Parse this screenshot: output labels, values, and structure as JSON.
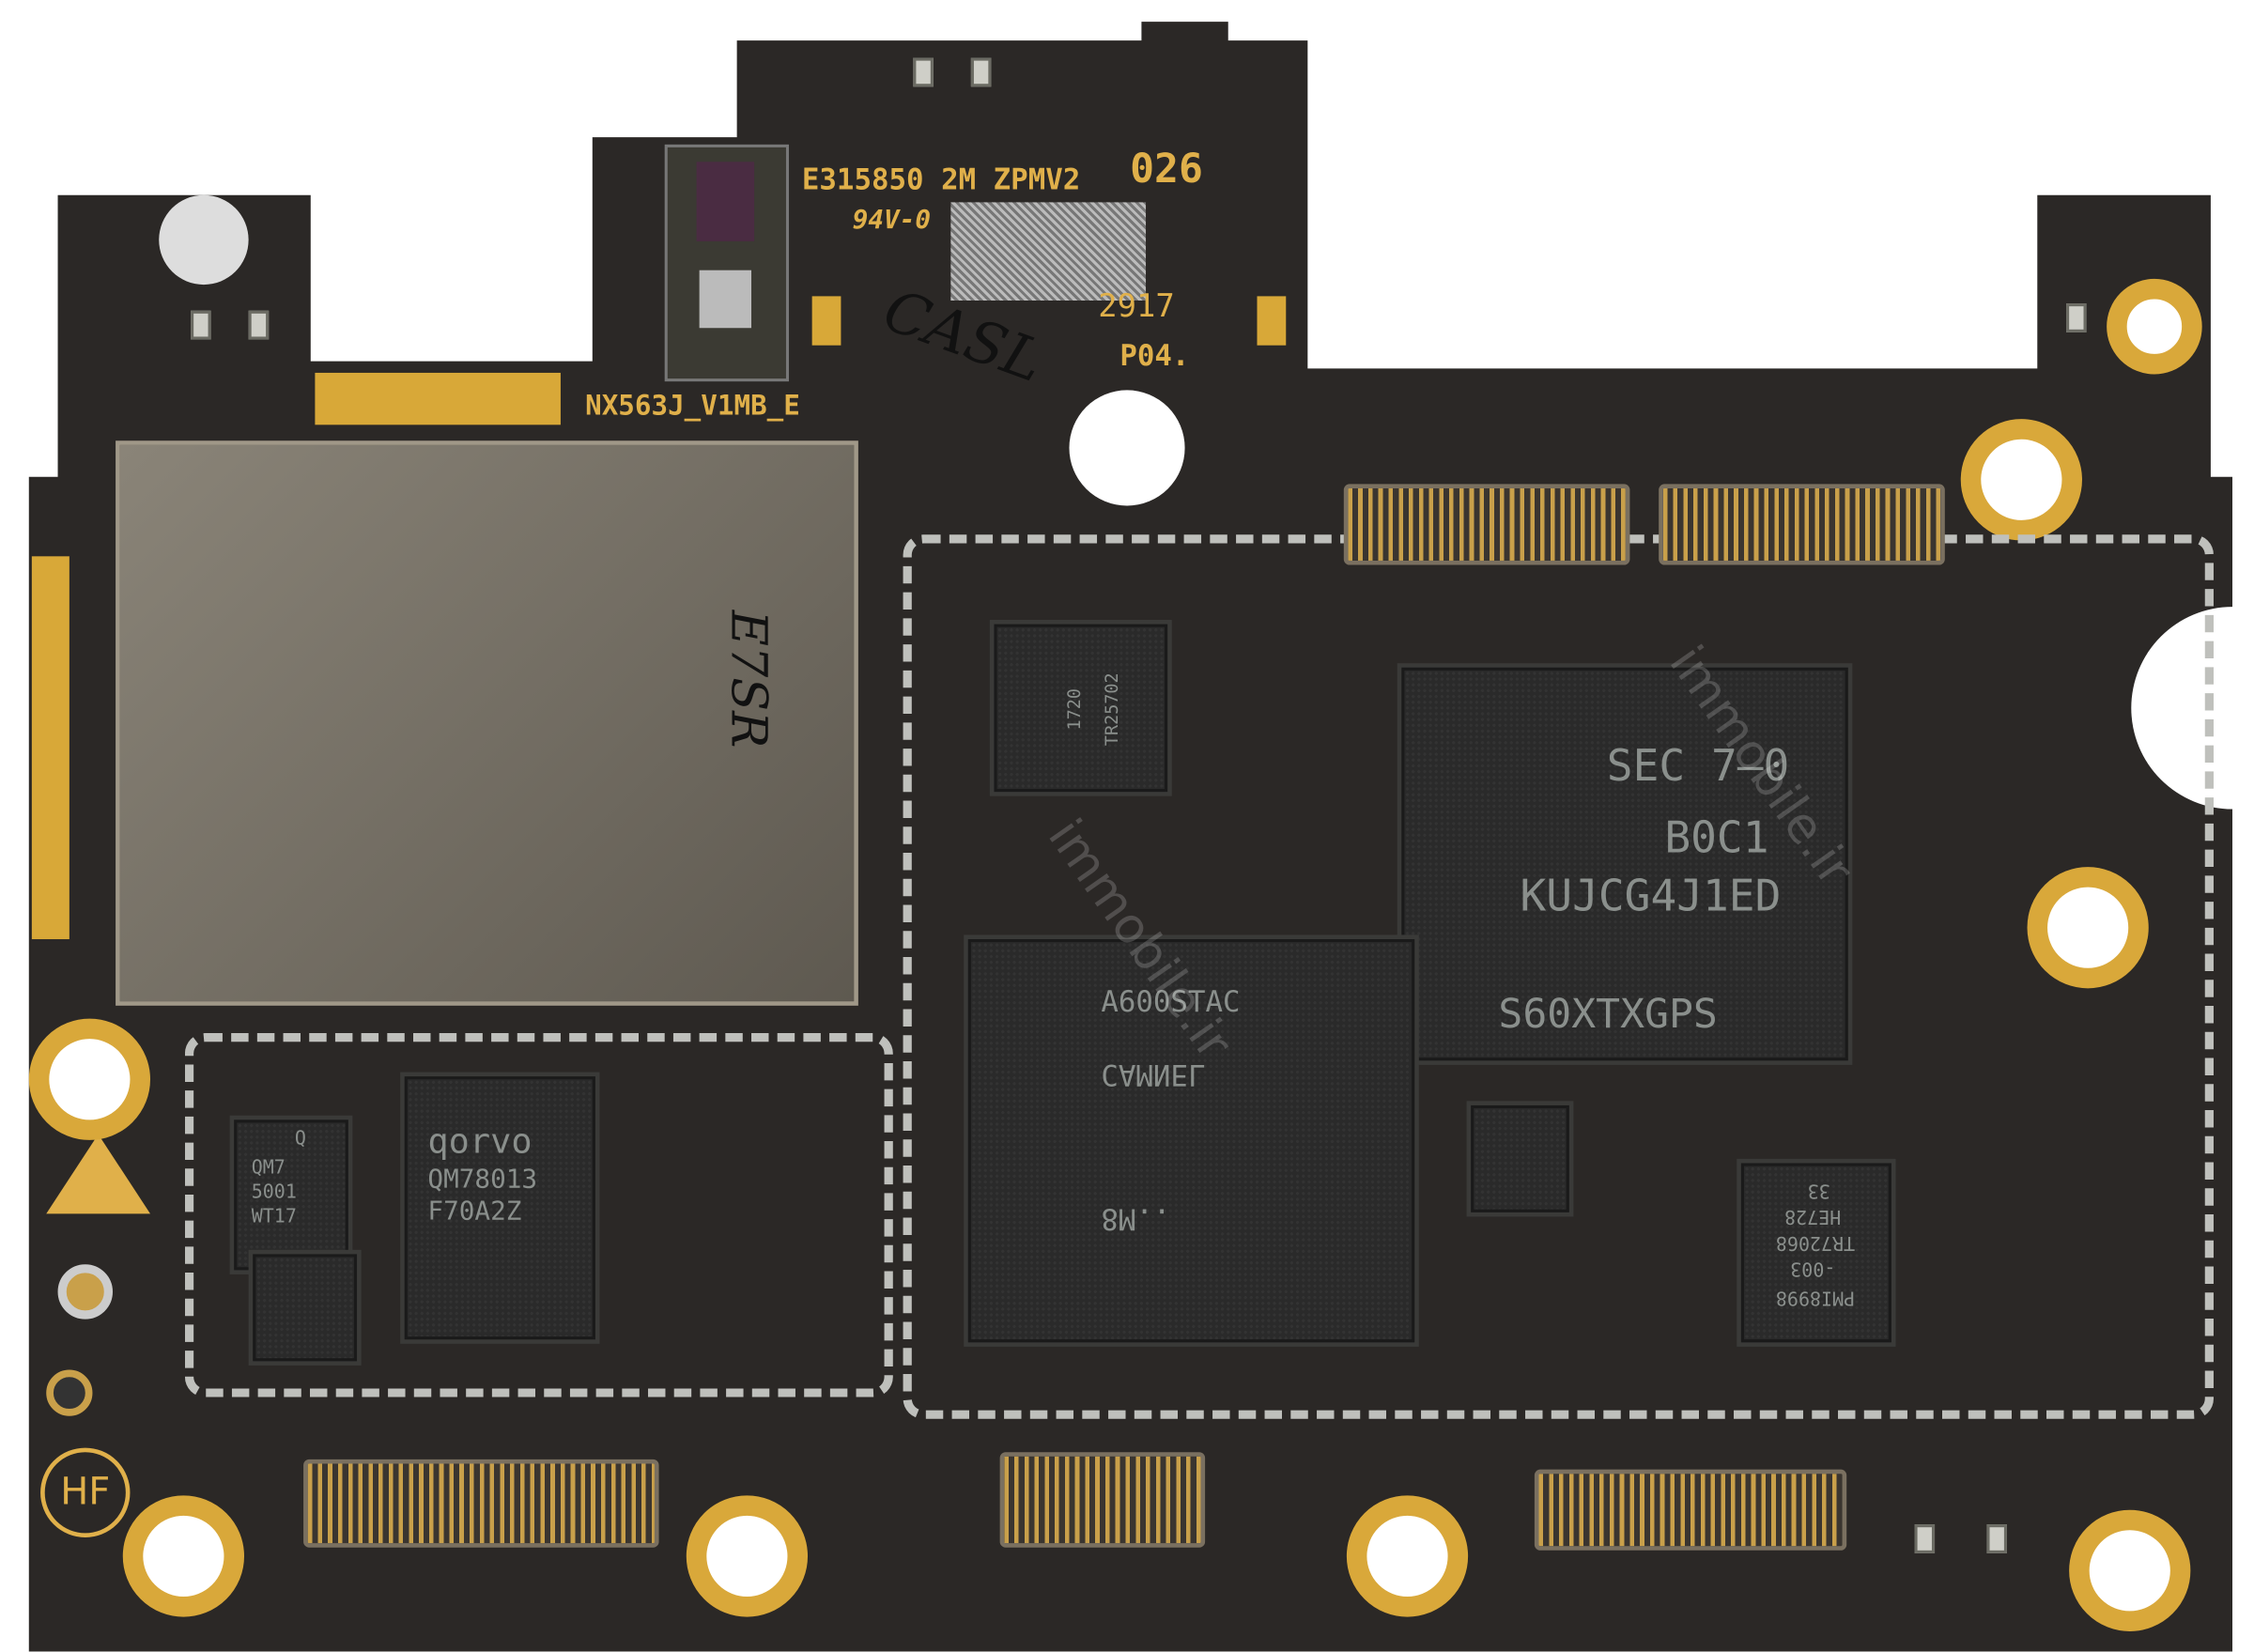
{
  "board": {
    "model": "NX563J_V1MB_E",
    "ul_code": "E315850 2M ZPMV2",
    "flammability": "94V-0",
    "rev_code": "026",
    "date_code": "2917",
    "panel": "P04.",
    "handwritten_top": "CASL",
    "handwritten_sim": "E7SR",
    "hf_logo": "HF",
    "watermark": "immobile.ir",
    "colors": {
      "pcb": "#2b2826",
      "gold": "#d9a83a",
      "shield": "#bfc0bc",
      "chip": "#2a2a2a"
    }
  },
  "chips": {
    "memory": {
      "lines": [
        "SEC 7—0",
        "B0C1",
        "KUJCG4J1ED",
        "S60XTXGPS"
      ]
    },
    "soc": {
      "lines": [
        "A600STAC",
        "CAMNEL",
        "8M.."
      ]
    },
    "qorvo_large": {
      "lines": [
        "qorvo",
        "QM78013",
        "F70A2Z"
      ]
    },
    "qorvo_small": {
      "lines": [
        "Q",
        "QM7",
        "5001",
        "WT17"
      ]
    },
    "pmic": {
      "lines": [
        "33",
        "HE728",
        "TR72068",
        "-003",
        "PMI8998"
      ]
    },
    "wifi": {
      "lines": [
        "1720",
        "TR25702"
      ]
    }
  }
}
